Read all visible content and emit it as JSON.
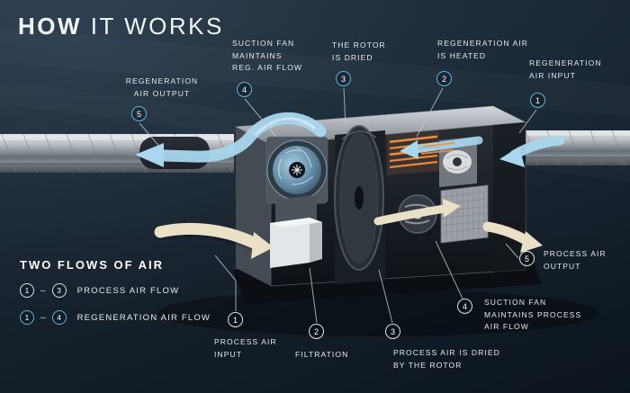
{
  "title": {
    "bold": "HOW",
    "rest": " IT WORKS"
  },
  "callouts": {
    "regen_output": {
      "num": "5",
      "label": "REGENERATION\nAIR OUTPUT"
    },
    "suction_fan_regen": {
      "num": "4",
      "label": "SUCTION FAN\nMAINTAINS\nREG. AIR FLOW"
    },
    "rotor_dried": {
      "num": "3",
      "label": "THE ROTOR\nIS DRIED"
    },
    "regen_heated": {
      "num": "2",
      "label": "REGENERATION AIR\nIS HEATED"
    },
    "regen_input": {
      "num": "1",
      "label": "REGENERATION\nAIR INPUT"
    },
    "process_input": {
      "num": "1",
      "label": "PROCESS AIR\nINPUT"
    },
    "filtration": {
      "num": "2",
      "label": "FILTRATION"
    },
    "process_dried": {
      "num": "3",
      "label": "PROCESS AIR IS DRIED\nBY THE ROTOR"
    },
    "suction_fan_process": {
      "num": "4",
      "label": "SUCTION FAN\nMAINTAINS PROCESS\nAIR FLOW"
    },
    "process_output": {
      "num": "5",
      "label": "PROCESS AIR\nOUTPUT"
    }
  },
  "legend": {
    "heading": "TWO FLOWS OF AIR",
    "dash": "–",
    "rows": [
      {
        "from": "1",
        "to": "3",
        "label": "PROCESS AIR FLOW"
      },
      {
        "from": "1",
        "to": "4",
        "label": "REGENERATION AIR FLOW"
      }
    ]
  },
  "colors": {
    "background": "#16222d",
    "regen_accent": "#56b8e0",
    "process_accent": "#e6eaed",
    "airflow_blue": "#a9d7ee",
    "airflow_cream": "#e9e0c6",
    "heater_orange": "#ee8737"
  }
}
